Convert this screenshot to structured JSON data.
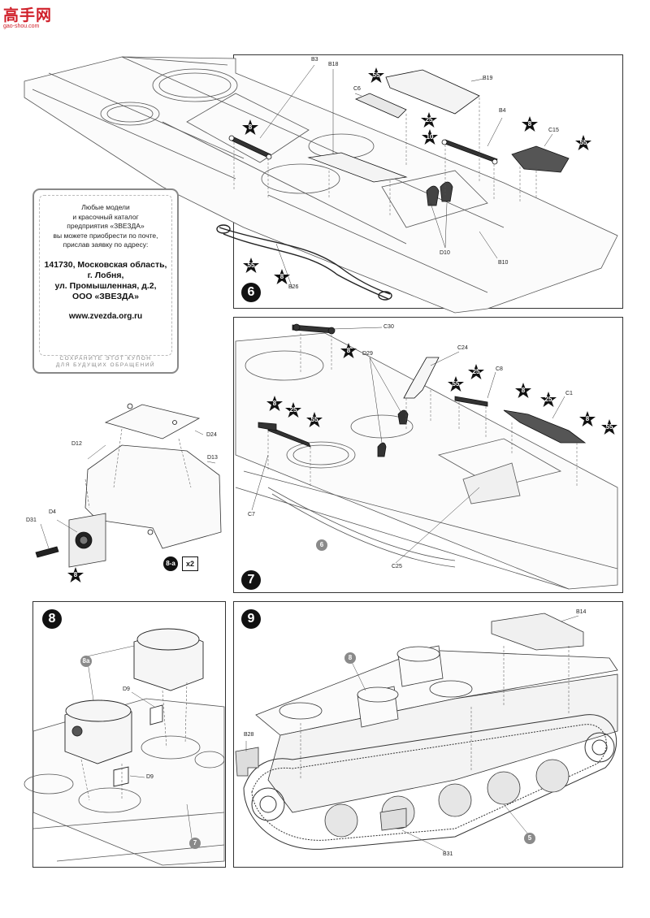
{
  "watermark": {
    "title": "高手网",
    "url": "gao-shou.com"
  },
  "coupon": {
    "line1": "Любые модели",
    "line2": "и красочный каталог",
    "line3": "предприятия «ЗВЕЗДА»",
    "line4": "вы можете приобрести по почте,",
    "line5": "прислав заявку по адресу:",
    "addr1": "141730, Московская область,",
    "addr2": "г. Лобня,",
    "addr3": "ул. Промышленная, д.2,",
    "addr4": "ООО «ЗВЕЗДА»",
    "url": "www.zvezda.org.ru",
    "footer1": "СОХРАНИТЕ ЭТОТ КУПОН",
    "footer2": "ДЛЯ БУДУЩИХ ОБРАЩЕНИЙ"
  },
  "steps": {
    "s6": "6",
    "s7": "7",
    "s8": "8",
    "s9": "9"
  },
  "step6": {
    "parts": [
      "B3",
      "B18",
      "C6",
      "B19",
      "B4",
      "C15",
      "D10",
      "B10",
      "B26"
    ],
    "paints": [
      "8",
      "55",
      "25",
      "10",
      "8",
      "55",
      "55",
      "8"
    ]
  },
  "step7": {
    "parts": [
      "C30",
      "D29",
      "C24",
      "C8",
      "C1",
      "C7",
      "C25"
    ],
    "paints": [
      "8",
      "25",
      "55",
      "8",
      "25",
      "8",
      "55",
      "8",
      "25",
      "55"
    ],
    "ref": "6"
  },
  "step8a": {
    "parts": [
      "D24",
      "D12",
      "D13",
      "D4",
      "D31"
    ],
    "paint": "8",
    "badge": "8-a",
    "multiplier": "x2"
  },
  "step8": {
    "parts": [
      "D9",
      "D9"
    ],
    "ref_a": "8a",
    "ref_7": "7"
  },
  "step9": {
    "parts": [
      "B14",
      "B28",
      "B31"
    ],
    "ref_8": "8",
    "ref_5": "5"
  }
}
